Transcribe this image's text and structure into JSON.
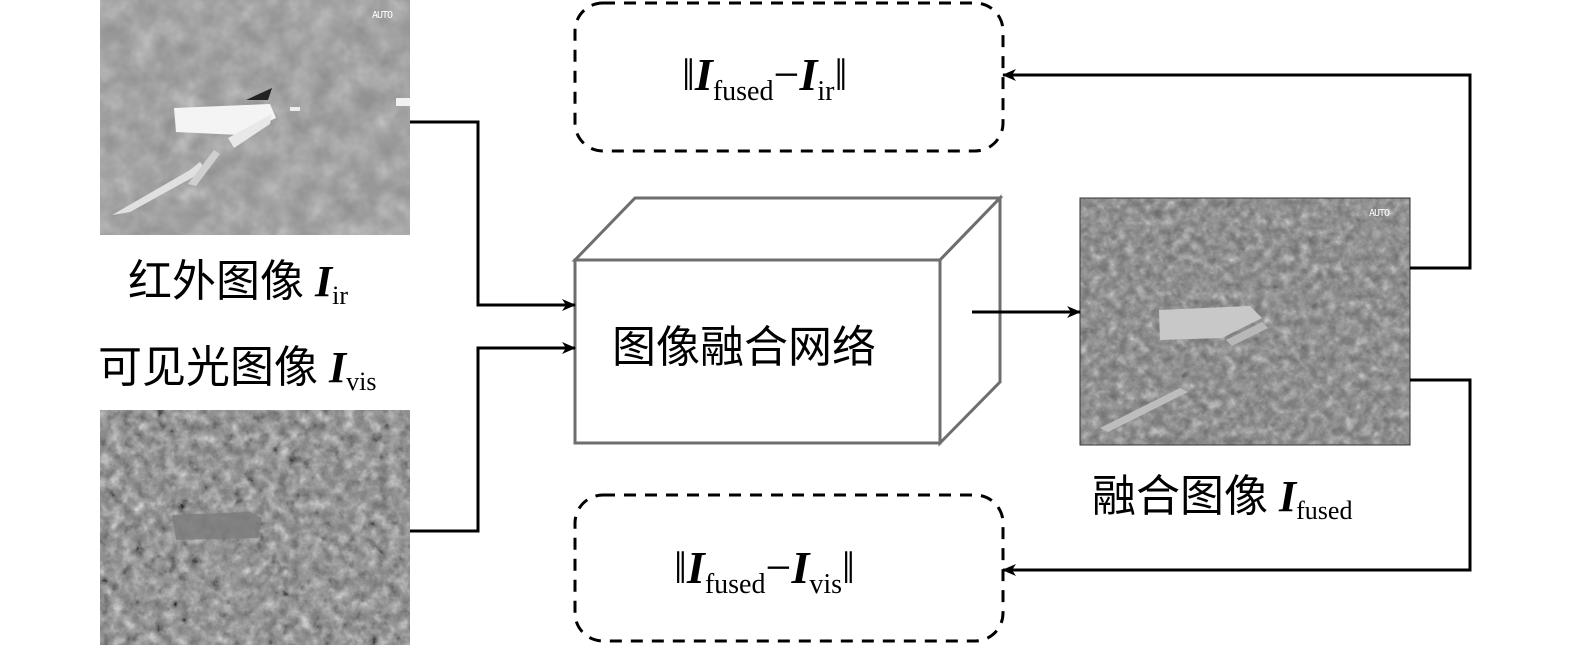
{
  "inputs": {
    "infrared": {
      "label_cn": "红外图像",
      "symbol": "I",
      "subscript": "ir",
      "overlay_text": "AUTO"
    },
    "visible": {
      "label_cn": "可见光图像",
      "symbol": "I",
      "subscript": "vis"
    }
  },
  "network": {
    "label": "图像融合网络"
  },
  "output": {
    "label_cn": "融合图像",
    "symbol": "I",
    "subscript": "fused",
    "overlay_text": "AUTO"
  },
  "losses": {
    "infrared_loss": {
      "norm_open": "‖",
      "symbol_a": "I",
      "sub_a": "fused",
      "operator": "−",
      "symbol_b": "I",
      "sub_b": "ir",
      "norm_close": "‖"
    },
    "visible_loss": {
      "norm_open": "‖",
      "symbol_a": "I",
      "sub_a": "fused",
      "operator": "−",
      "symbol_b": "I",
      "sub_b": "vis",
      "norm_close": "‖"
    }
  },
  "colors": {
    "line": "#000000",
    "cube_edge": "#6e6e6e",
    "background": "#ffffff"
  }
}
